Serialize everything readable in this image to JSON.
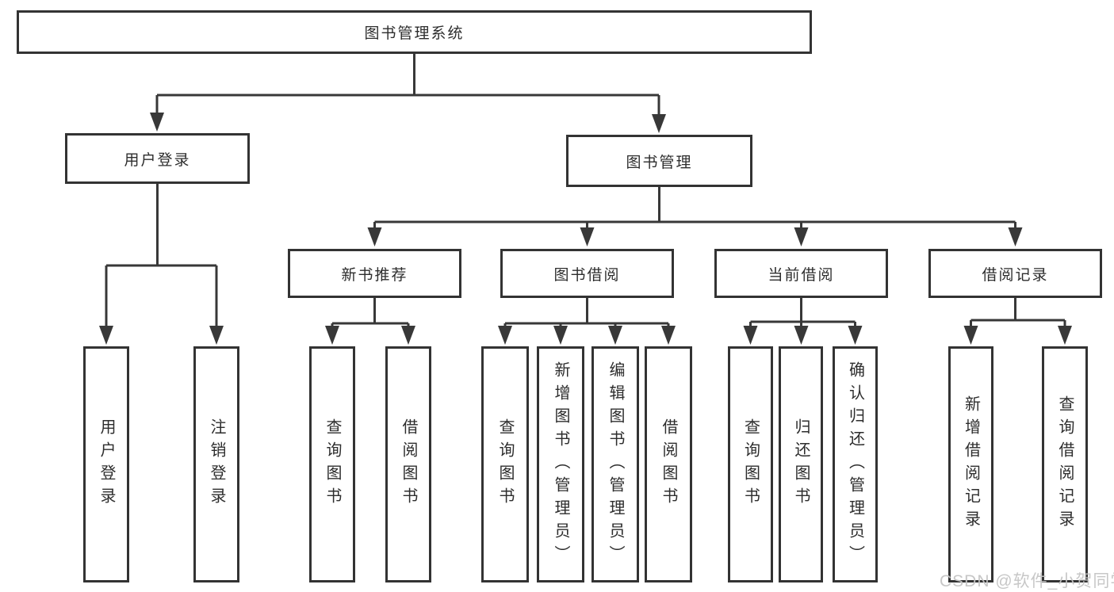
{
  "diagram": {
    "type": "tree",
    "root": {
      "label": "图书管理系统"
    },
    "level2": [
      {
        "id": "user-login",
        "label": "用户登录",
        "parent": "图书管理系统"
      },
      {
        "id": "book-management",
        "label": "图书管理",
        "parent": "图书管理系统"
      }
    ],
    "level3": [
      {
        "id": "new-book-recommend",
        "label": "新书推荐",
        "parent": "图书管理"
      },
      {
        "id": "book-borrowing",
        "label": "图书借阅",
        "parent": "图书管理"
      },
      {
        "id": "current-borrowing",
        "label": "当前借阅",
        "parent": "图书管理"
      },
      {
        "id": "borrowing-records",
        "label": "借阅记录",
        "parent": "图书管理"
      }
    ],
    "leaves": [
      {
        "label": "用户登录",
        "parent": "用户登录"
      },
      {
        "label": "注销登录",
        "parent": "用户登录"
      },
      {
        "label": "查询图书",
        "parent": "新书推荐"
      },
      {
        "label": "借阅图书",
        "parent": "新书推荐"
      },
      {
        "label": "查询图书",
        "parent": "图书借阅"
      },
      {
        "label": "新增图书（管理员）",
        "parent": "图书借阅"
      },
      {
        "label": "编辑图书（管理员）",
        "parent": "图书借阅"
      },
      {
        "label": "借阅图书",
        "parent": "图书借阅"
      },
      {
        "label": "查询图书",
        "parent": "当前借阅"
      },
      {
        "label": "归还图书",
        "parent": "当前借阅"
      },
      {
        "label": "确认归还（管理员）",
        "parent": "当前借阅"
      },
      {
        "label": "新增借阅记录",
        "parent": "借阅记录"
      },
      {
        "label": "查询借阅记录",
        "parent": "借阅记录"
      }
    ],
    "watermark": "CSDN @软件_小贺同学",
    "colors": {
      "line": "#383838",
      "border": "#333333",
      "text": "#2d2d2d",
      "watermark": "#c4c4c4",
      "background": "#ffffff"
    }
  }
}
